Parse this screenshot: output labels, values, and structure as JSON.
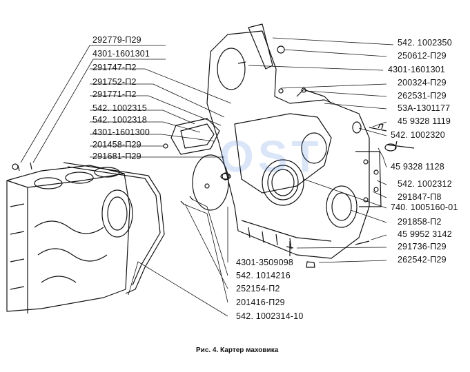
{
  "caption": "Рис. 4. Картер маховика",
  "labels_left": [
    "292779-П29",
    "4301-1601301",
    "291747-П2",
    "291752-П2",
    "291771-П2",
    "542. 1002315",
    "542. 1002318",
    "4301-1601300",
    "201458-П29",
    "291681-П29"
  ],
  "labels_right": [
    "542. 1002350",
    "250612-П29",
    "4301-1601301",
    "200324-П29",
    "262531-П29",
    "53А-1301177",
    "45 9328 1119",
    "542. 1002320",
    "45 9328 1128",
    "542. 1002312",
    "291847-П8",
    "740. 1005160-01",
    "291858-П2",
    "45 9952 3142",
    "291736-П29",
    "262542-П29"
  ],
  "labels_bottom": [
    "4301-3509098",
    "542. 1014216",
    "252154-П2",
    "201416-П29",
    "542. 1002314-10"
  ],
  "watermark_icon": "logo-watermark-icon",
  "colors": {
    "ink": "#111111",
    "watermark": "#3a7bd5"
  }
}
